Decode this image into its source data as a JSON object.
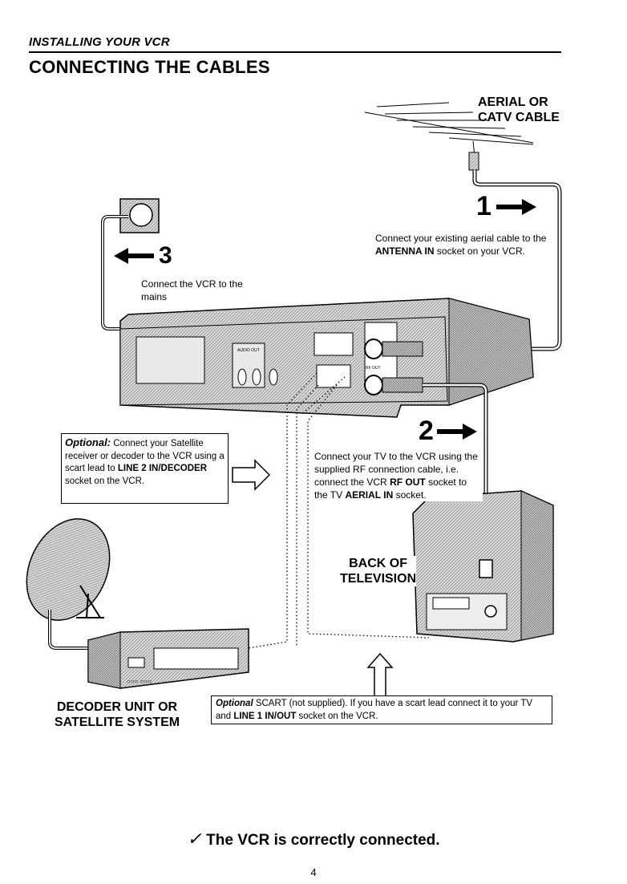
{
  "header": {
    "section": "INSTALLING YOUR VCR",
    "title": "CONNECTING THE CABLES"
  },
  "aerial": {
    "line1": "AERIAL OR",
    "line2": "CATV CABLE"
  },
  "step1": {
    "number": "1",
    "text_pre": "Connect your existing aerial cable to the ",
    "text_bold": "ANTENNA IN",
    "text_post": " socket on your VCR."
  },
  "step3": {
    "number": "3",
    "text": "Connect the VCR to the mains"
  },
  "step2": {
    "number": "2",
    "text_pre": "Connect your TV to the VCR using the supplied RF connection cable, i.e. connect the VCR ",
    "text_bold1": "RF OUT",
    "text_mid": " socket to the TV ",
    "text_bold2": "AERIAL IN",
    "text_post": " socket."
  },
  "optional_satellite": {
    "lead": "Optional:",
    "text_pre": " Connect your Satellite receiver or decoder to the VCR using a scart lead to ",
    "text_bold": "LINE 2 IN/DECODER",
    "text_post": " socket on the VCR."
  },
  "tv_label": {
    "line1": "BACK OF",
    "line2": "TELEVISION"
  },
  "decoder_label": {
    "line1": "DECODER UNIT OR",
    "line2": "SATELLITE SYSTEM"
  },
  "optional_scart": {
    "lead": "Optional",
    "text_pre": " SCART (not supplied). If you have a scart lead connect it to your TV and ",
    "text_bold": "LINE 1 IN/OUT",
    "text_post": " socket on the VCR."
  },
  "vcr_panel": {
    "audio_out": "AUDIO OUT",
    "rf_out": "RF OUT"
  },
  "decoder_dots": "○○○ ○○○",
  "footer": {
    "check": "✓",
    "text": "The VCR is correctly connected."
  },
  "page_number": "4"
}
